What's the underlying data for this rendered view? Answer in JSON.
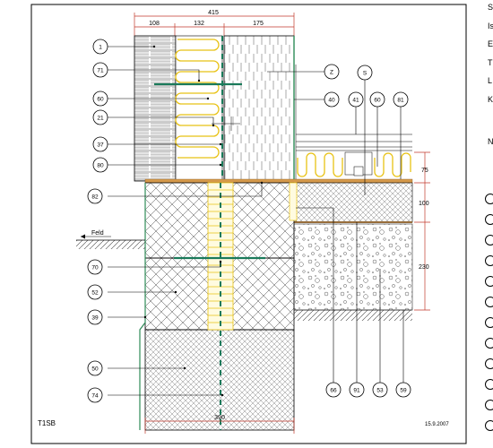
{
  "sheet": {
    "id": "T1SB",
    "date": "15.9.2007",
    "ground_label": "Feld",
    "colors": {
      "insulation": "#f2d21c",
      "anchor": "#1a7a5a",
      "plaster": "#d69a4c",
      "render_line": "#2e8b57",
      "line": "#000000"
    }
  },
  "dimensions": {
    "top_total": "415",
    "top_parts": [
      "108",
      "132",
      "175"
    ],
    "bottom_total": "390",
    "right": [
      "75",
      "100",
      "230"
    ]
  },
  "callouts_left": [
    "1",
    "71",
    "60",
    "21",
    "37",
    "80",
    "82",
    "70",
    "52",
    "39",
    "50",
    "74"
  ],
  "callouts_right_top": [
    "Z",
    "40",
    "S",
    "41",
    "60",
    "81"
  ],
  "callouts_bottom": [
    "66",
    "91",
    "53",
    "59"
  ],
  "side_panel": {
    "letters": [
      "S",
      "Is",
      "E",
      "T",
      "L",
      "K",
      "N"
    ]
  }
}
